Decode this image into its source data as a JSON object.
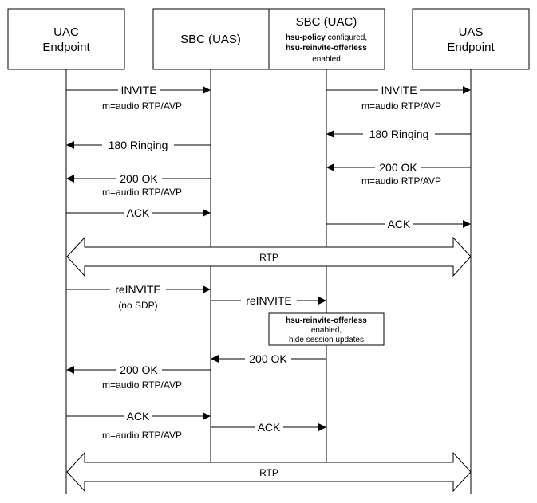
{
  "participants": [
    {
      "id": "uac",
      "line1": "UAC",
      "line2": "Endpoint"
    },
    {
      "id": "sbc_uas",
      "line1": "SBC (UAS)"
    },
    {
      "id": "sbc_uac",
      "line1": "SBC (UAC)",
      "cfg_bold1": "hsu-policy",
      "cfg_rest1": " configured,",
      "cfg_bold2": "hsu-reinvite-offerless",
      "cfg_line3": "enabled"
    },
    {
      "id": "uas",
      "line1": "UAS",
      "line2": "Endpoint"
    }
  ],
  "messages": [
    {
      "id": "invite-1",
      "from": "uac",
      "to": "sbc_uas",
      "label": "INVITE",
      "sub": "m=audio RTP/AVP"
    },
    {
      "id": "invite-2",
      "from": "sbc_uac",
      "to": "uas",
      "label": "INVITE",
      "sub": "m=audio RTP/AVP"
    },
    {
      "id": "ringing-1",
      "from": "uas",
      "to": "sbc_uac",
      "label": "180 Ringing"
    },
    {
      "id": "ringing-2",
      "from": "sbc_uas",
      "to": "uac",
      "label": "180 Ringing"
    },
    {
      "id": "ok-1",
      "from": "uas",
      "to": "sbc_uac",
      "label": "200 OK",
      "sub": "m=audio RTP/AVP"
    },
    {
      "id": "ok-2",
      "from": "sbc_uas",
      "to": "uac",
      "label": "200 OK",
      "sub": "m=audio RTP/AVP"
    },
    {
      "id": "ack-1",
      "from": "uac",
      "to": "sbc_uas",
      "label": "ACK"
    },
    {
      "id": "ack-2",
      "from": "sbc_uac",
      "to": "uas",
      "label": "ACK"
    },
    {
      "id": "reinvite-1",
      "from": "uac",
      "to": "sbc_uas",
      "label": "reINVITE",
      "sub": "(no SDP)"
    },
    {
      "id": "reinvite-2",
      "from": "sbc_uas",
      "to": "sbc_uac",
      "label": "reINVITE"
    },
    {
      "id": "ok-3",
      "from": "sbc_uac",
      "to": "sbc_uas",
      "label": "200 OK"
    },
    {
      "id": "ok-4",
      "from": "sbc_uas",
      "to": "uac",
      "label": "200 OK",
      "sub": "m=audio RTP/AVP"
    },
    {
      "id": "ack-3",
      "from": "uac",
      "to": "sbc_uas",
      "label": "ACK",
      "sub": "m=audio RTP/AVP"
    },
    {
      "id": "ack-4",
      "from": "sbc_uas",
      "to": "sbc_uac",
      "label": "ACK"
    }
  ],
  "rtp_label": "RTP",
  "note": {
    "bold": "hsu-reinvite-offerless",
    "line2": "enabled,",
    "line3": "hide session updates"
  }
}
